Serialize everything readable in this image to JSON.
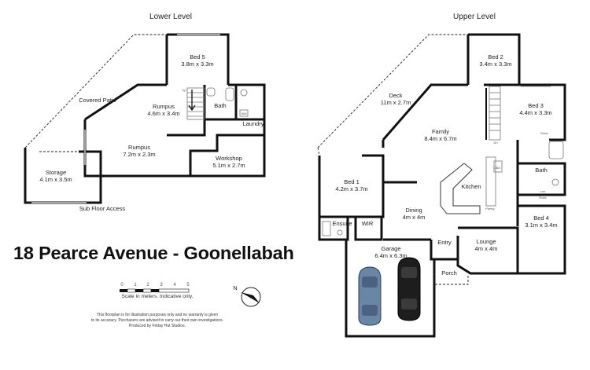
{
  "address_title": "18 Pearce Avenue - Goonellabah",
  "levels": {
    "lower": "Lower Level",
    "upper": "Upper Level"
  },
  "rooms": {
    "bed5": {
      "name": "Bed 5",
      "dim": "3.8m x 3.3m"
    },
    "covered_patio": {
      "name": "Covered Patio"
    },
    "rumpus_upper": {
      "name": "Rumpus",
      "dim": "4.6m x 3.4m"
    },
    "bath_lower": {
      "name": "Bath"
    },
    "laundry": {
      "name": "Laundry"
    },
    "rumpus_lower": {
      "name": "Rumpus",
      "dim": "7.2m x 2.3m"
    },
    "workshop": {
      "name": "Workshop",
      "dim": "5.1m x 2.7m"
    },
    "storage": {
      "name": "Storage",
      "dim": "4.1m x 3.5m"
    },
    "sub_floor": {
      "name": "Sub Floor Access"
    },
    "bed2": {
      "name": "Bed 2",
      "dim": "3.4m x 3.3m"
    },
    "deck": {
      "name": "Deck",
      "dim": "11m x 2.7m"
    },
    "bed3": {
      "name": "Bed 3",
      "dim": "4.4m x 3.3m"
    },
    "family": {
      "name": "Family",
      "dim": "8.4m x 6.7m"
    },
    "bed1": {
      "name": "Bed 1",
      "dim": "4.2m x 3.7m"
    },
    "kitchen": {
      "name": "Kitchen"
    },
    "bath_upper": {
      "name": "Bath"
    },
    "dining": {
      "name": "Dining",
      "dim": "4m x 4m"
    },
    "bed4": {
      "name": "Bed 4",
      "dim": "3.1m x 3.4m"
    },
    "ensuite": {
      "name": "Ensuite"
    },
    "wir": {
      "name": "WIR"
    },
    "entry": {
      "name": "Entry"
    },
    "lounge": {
      "name": "Lounge",
      "dim": "4m x 4m"
    },
    "garage": {
      "name": "Garage",
      "dim": "6.4m x 6.3m"
    },
    "porch": {
      "name": "Porch"
    }
  },
  "fixtures": {
    "up": "Up",
    "dn": "Dn",
    "robe": "Robe",
    "lnn": "Lnn",
    "pantry": "Pantry",
    "cbd": "CBD",
    "wm": "WM"
  },
  "scale": {
    "ticks": [
      "0",
      "1",
      "2",
      "3",
      "4",
      "5"
    ],
    "caption": "Scale in meters. Indicative only."
  },
  "compass": {
    "label": "N"
  },
  "disclaimer": [
    "This floorplan is for illustration purposes only and no warranty is given",
    "to its accuracy. Purchasers are advised to carry out their own investigations.",
    "Produced by Friday Hut Studios."
  ],
  "colors": {
    "car_blue": "#6a86a6",
    "car_black": "#1d1d1d"
  }
}
